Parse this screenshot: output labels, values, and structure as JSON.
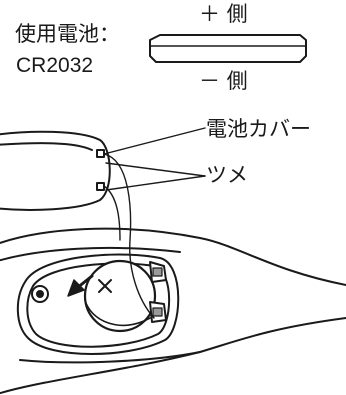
{
  "battery_spec": {
    "label": "使用電池：",
    "model": "CR2032"
  },
  "battery_side": {
    "positive": "＋ 側",
    "negative": "－ 側"
  },
  "callouts": {
    "battery_cover": "電池カバー",
    "tabs": "ツメ"
  },
  "colors": {
    "line": "#1a1a1a",
    "background": "#ffffff"
  }
}
